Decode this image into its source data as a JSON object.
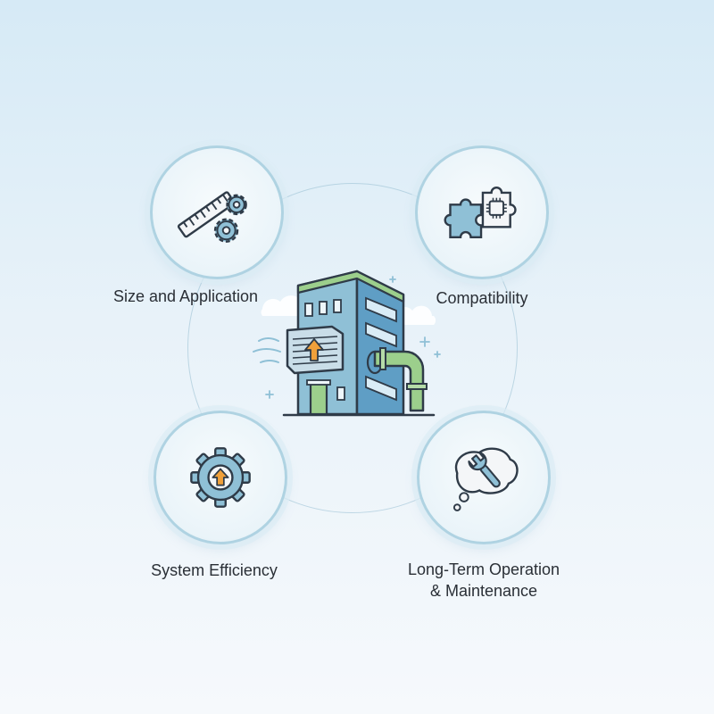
{
  "nodes": [
    {
      "id": "size",
      "label": "Size and Application",
      "icon": "ruler-gears-icon"
    },
    {
      "id": "compat",
      "label": "Compatibility",
      "icon": "puzzle-chip-icon"
    },
    {
      "id": "efficiency",
      "label": "System Efficiency",
      "icon": "gear-arrow-up-icon"
    },
    {
      "id": "maintenance",
      "label_line1": "Long-Term Operation",
      "label_line2": "& Maintenance",
      "icon": "wrench-thought-bubble-icon"
    }
  ],
  "center": {
    "icon": "building-hvac-pipe-icon"
  },
  "colors": {
    "accent_blue": "#5f9ec5",
    "icon_fill": "#8fc0d6",
    "pipe_green": "#9ccf8c",
    "arrow_orange": "#f0a03a",
    "outline": "#2f3b48"
  }
}
